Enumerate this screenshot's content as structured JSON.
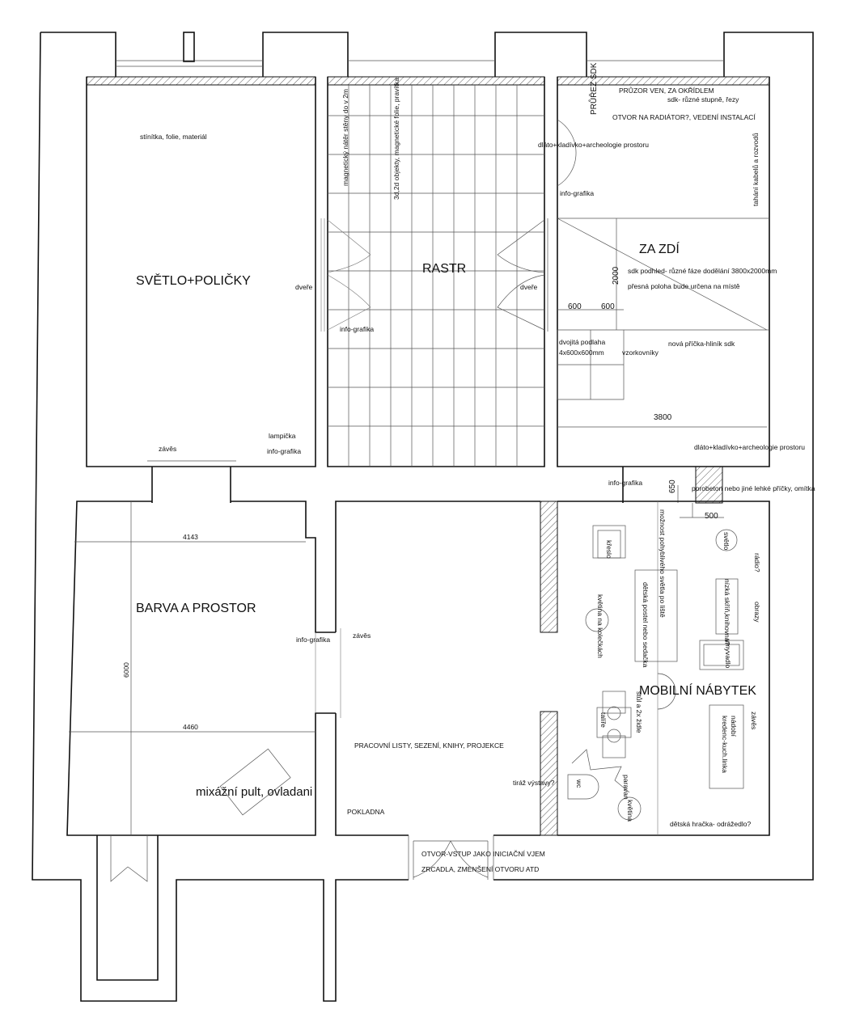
{
  "rooms": {
    "light": "SVĚTLO+POLIČKY",
    "grid": "RASTR",
    "behind_wall": "ZA ZDÍ",
    "color": "BARVA A PROSTOR",
    "furniture": "MOBILNÍ NÁBYTEK"
  },
  "notes": {
    "screens": "stínítka, folie, materiál",
    "door1": "dveře",
    "info1": "info-grafika",
    "lamp": "lampička",
    "curtain1": "závěs",
    "info2": "info-grafika",
    "magnetic": "magnetický nátěr stěny do v 2m",
    "objects": "3d,2d objekty, magnetické folie, pravítka",
    "door2": "dveře",
    "section": "PRŮŘEZ SDK",
    "view": "PRŮZOR VEN, ZA OKŘÍDLEM",
    "sdk_levels": "sdk- různé stupně, řezy",
    "radiator": "OTVOR NA RADIÁTOR?, VEDENÍ INSTALACÍ",
    "chisel1": "dláto+kladívko+archeologie prostoru",
    "info3": "info-grafika",
    "cables": "tahání kabelů a rozvodů",
    "ceiling": "sdk podhled- různé fáze dodělání 3800x2000mm",
    "position": "přesná poloha bude určena na místě",
    "double_floor": "dvojitá podlaha",
    "floor_size": "4x600x600mm",
    "samples": "vzorkovníky",
    "partition": "nová příčka-hliník sdk",
    "chisel2": "dláto+kladívko+archeologie prostoru",
    "info4": "info-grafika",
    "aerated": "porobeton nebo jiné lehké příčky, omítka",
    "moving_light": "možnost pohyblivého světla po liště",
    "armchair": "křeslo",
    "light_obj": "světlo",
    "radio": "rádio?",
    "shelf": "nízká skříň,knihovna?",
    "pictures": "obrazy",
    "bed": "dětská postel nebo sedačka",
    "plant_wheels": "květina na kolečkách",
    "sink": "umyvadlo",
    "table": "stůl a 2x židle",
    "plates": "talíře",
    "dishes": "nádobí",
    "kitchen": "kredenc-kuch.linka",
    "curtain2": "závěs",
    "screen": "paravan",
    "wc": "wc",
    "plant": "květina",
    "toy": "dětská hračka- odrážedlo?",
    "info5": "info-grafika",
    "curtain3": "závěs",
    "worksheets": "PRACOVNÍ LISTY, SEZENÍ, KNIHY, PROJEKCE",
    "credits": "tiráž výstavy?",
    "cashier": "POKLADNA",
    "entry": "OTVOR-VSTUP JAKO INICIAČNÍ VJEM",
    "mirrors": "ZRCADLA, ZMENŠENÍ OTVORU ATD",
    "mixer": "mixážní pult, ovladani"
  },
  "dimensions": {
    "d2000": "2000",
    "d600a": "600",
    "d600b": "600",
    "d3800": "3800",
    "d650": "650",
    "d500": "500",
    "d4143": "4143",
    "d4460": "4460",
    "d6000": "6000"
  }
}
